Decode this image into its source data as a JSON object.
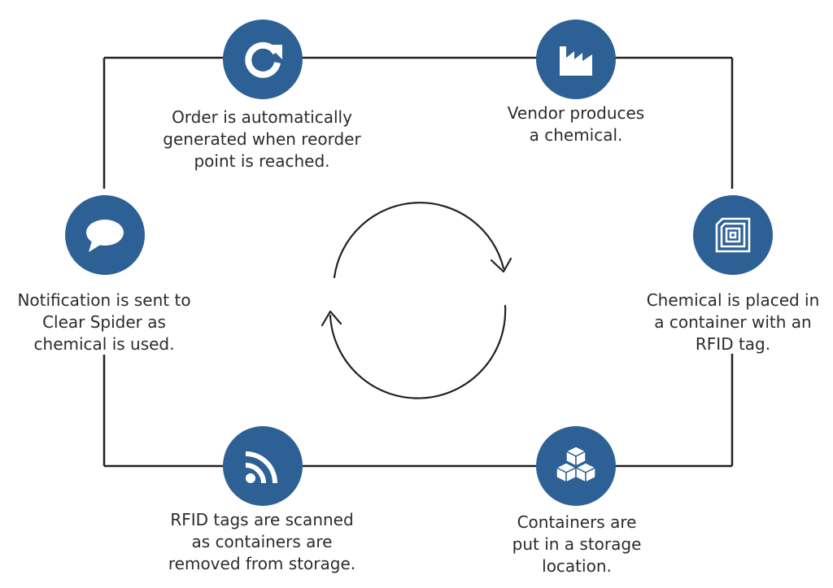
{
  "steps": [
    {
      "id": "vendor",
      "icon": "factory-icon",
      "lines": [
        "Vendor produces",
        "a chemical."
      ]
    },
    {
      "id": "rfid-tag",
      "icon": "rfid-chip-icon",
      "lines": [
        "Chemical is placed in",
        "a container with an",
        "RFID tag."
      ]
    },
    {
      "id": "storage",
      "icon": "stacked-boxes-icon",
      "lines": [
        "Containers are",
        "put in a storage",
        "location."
      ]
    },
    {
      "id": "scan",
      "icon": "rss-signal-icon",
      "lines": [
        "RFID tags are scanned",
        "as containers are",
        "removed from storage."
      ]
    },
    {
      "id": "notify",
      "icon": "speech-bubble-icon",
      "lines": [
        "Notification is sent to",
        "Clear Spider as",
        "chemical is used."
      ]
    },
    {
      "id": "reorder",
      "icon": "refresh-icon",
      "lines": [
        "Order is automatically",
        "generated when reorder",
        "point is reached."
      ]
    }
  ],
  "center_icon": "cycle-arrows-icon",
  "colors": {
    "node": "#2d6196",
    "line": "#222222",
    "text": "#2b2b2b"
  }
}
